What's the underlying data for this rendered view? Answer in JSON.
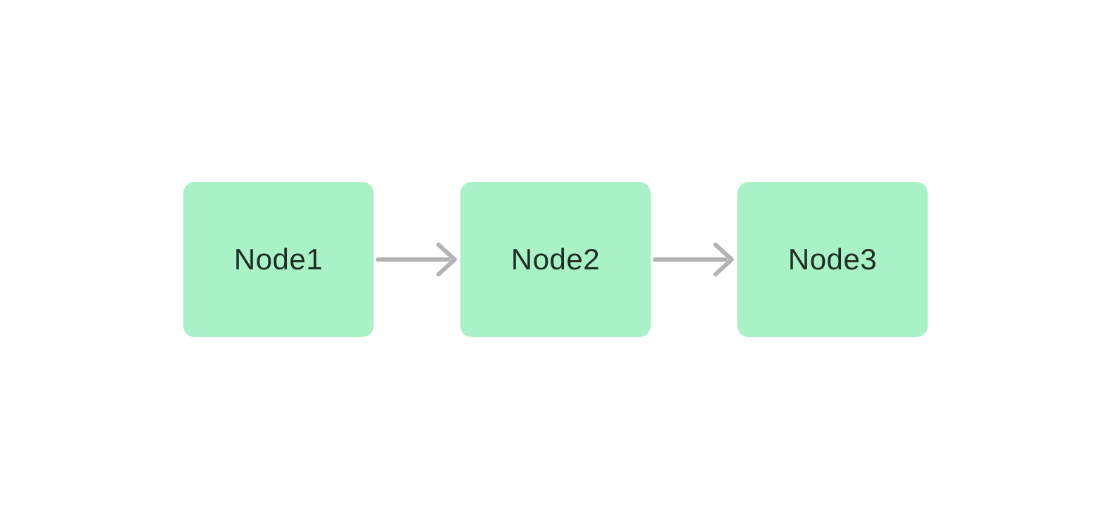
{
  "theme": {
    "canvas_bg": "#ffffff",
    "node_fill": "#a9f2c7",
    "node_text": "#222d26",
    "edge_color": "#b3b3b3"
  },
  "diagram": {
    "type": "flowchart",
    "direction": "left-to-right",
    "nodes": [
      {
        "id": "node1",
        "label": "Node1"
      },
      {
        "id": "node2",
        "label": "Node2"
      },
      {
        "id": "node3",
        "label": "Node3"
      }
    ],
    "edges": [
      {
        "from": "Node1",
        "to": "Node2",
        "style": "arrow-right"
      },
      {
        "from": "Node2",
        "to": "Node3",
        "style": "arrow-right"
      }
    ]
  }
}
